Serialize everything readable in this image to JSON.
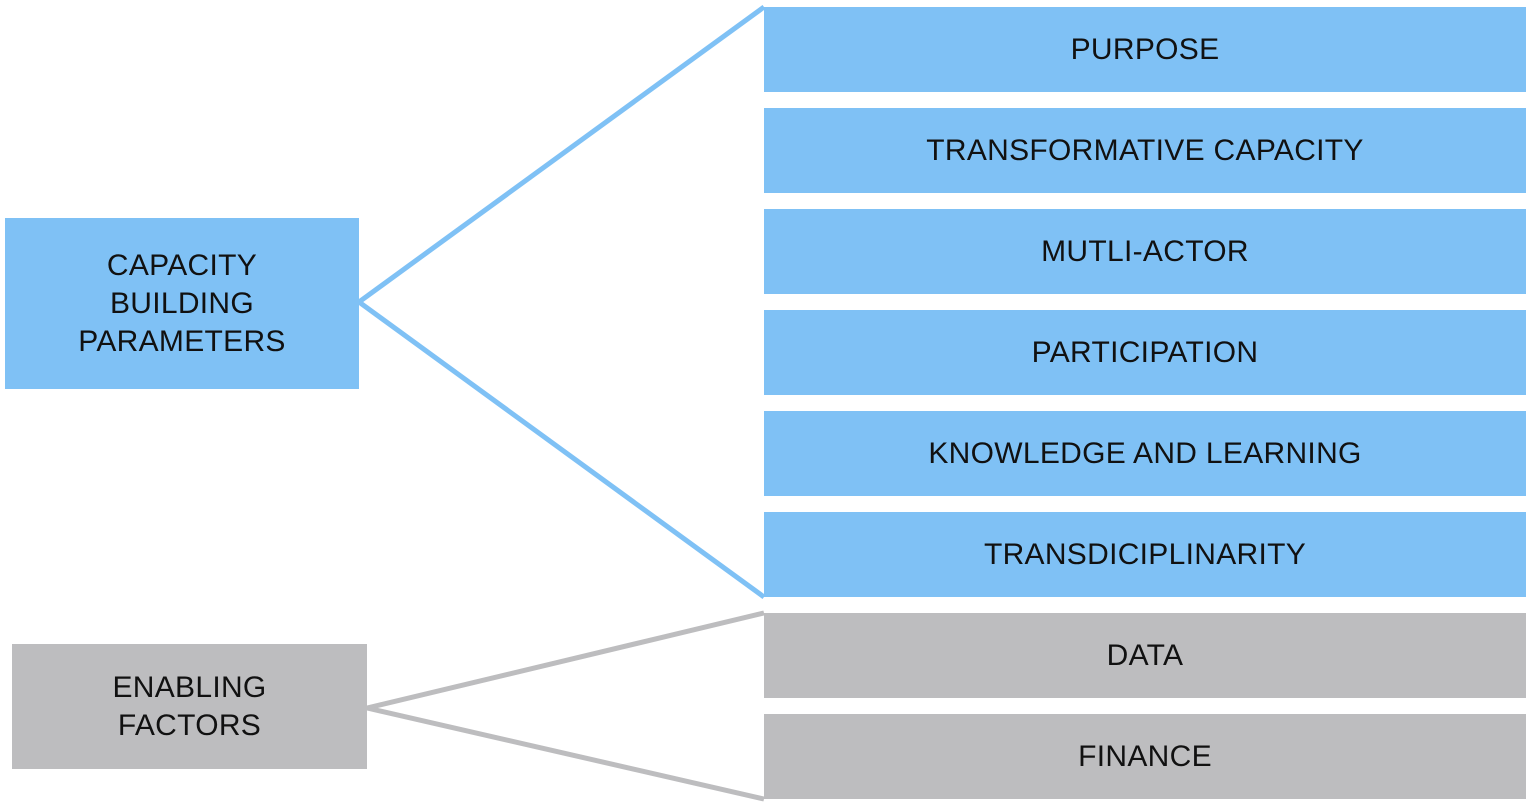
{
  "groups": [
    {
      "label": "CAPACITY\nBUILDING\nPARAMETERS",
      "color": "#7fc1f5",
      "items": [
        "PURPOSE",
        "TRANSFORMATIVE CAPACITY",
        "MUTLI-ACTOR",
        "PARTICIPATION",
        "KNOWLEDGE AND LEARNING",
        "TRANSDICIPLINARITY"
      ]
    },
    {
      "label": "ENABLING\nFACTORS",
      "color": "#bdbdbf",
      "items": [
        "DATA",
        "FINANCE"
      ]
    }
  ]
}
